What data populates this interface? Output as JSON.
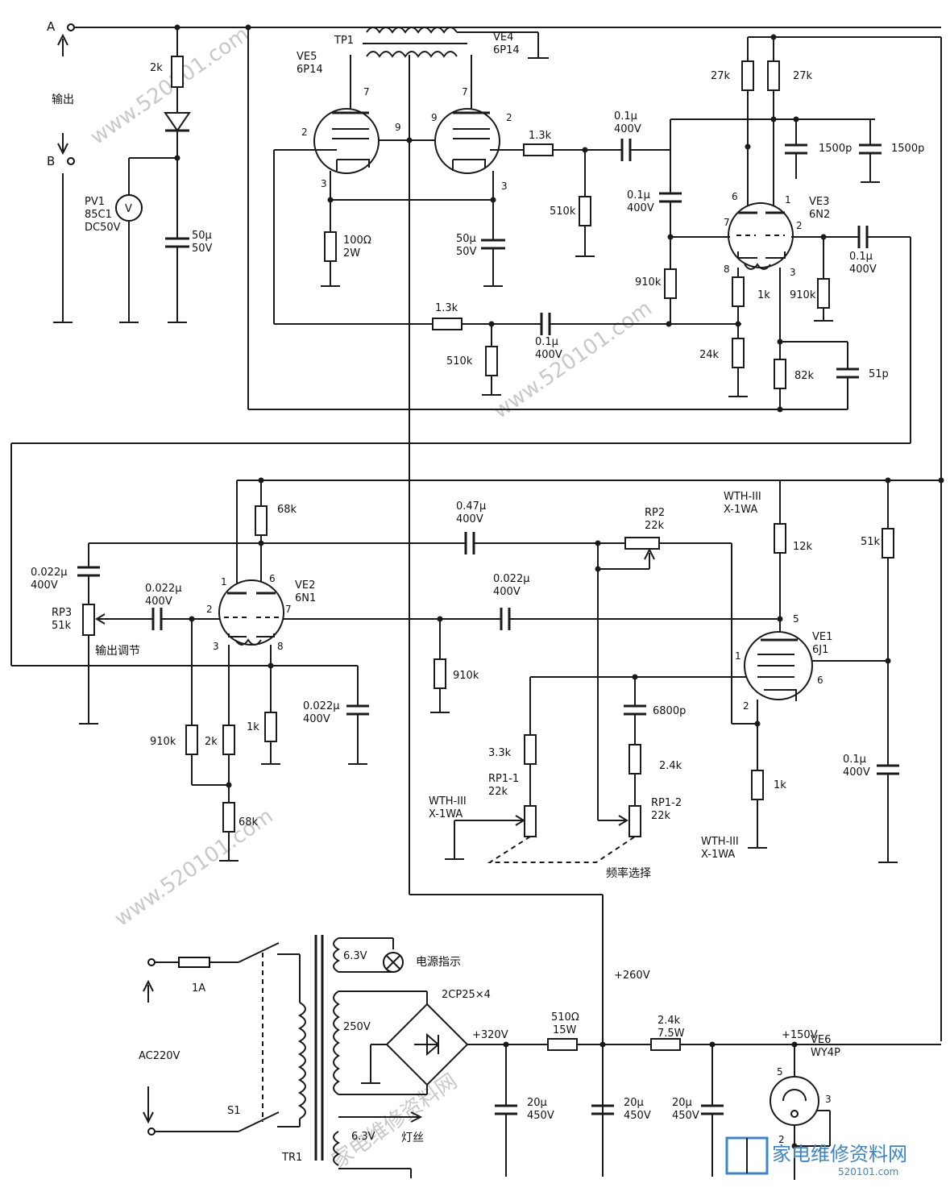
{
  "terminals": {
    "a": "A",
    "b": "B",
    "output_label": "输出"
  },
  "meter": {
    "name": "PV1",
    "model": "85C1",
    "range": "DC50V",
    "symbol": "V"
  },
  "output_network": {
    "r_top": "2k",
    "cap_value": "50μ",
    "cap_voltage": "50V"
  },
  "tubes": {
    "ve1": {
      "name": "VE1",
      "type": "6J1"
    },
    "ve2": {
      "name": "VE2",
      "type": "6N1"
    },
    "ve3": {
      "name": "VE3",
      "type": "6N2"
    },
    "ve4": {
      "name": "VE4",
      "type": "6P14"
    },
    "ve5": {
      "name": "VE5",
      "type": "6P14"
    },
    "ve6": {
      "name": "VE6",
      "type": "WY4P"
    }
  },
  "transformers": {
    "output": "TP1",
    "power": "TR1"
  },
  "power_amp": {
    "r_cathode": "100Ω",
    "r_cathode_w": "2W",
    "c_cathode": "50μ",
    "c_cathode_v": "50V",
    "r_grid_series_1": "1.3k",
    "r_grid_leak_1": "510k",
    "c_coupling_1": "0.1μ",
    "c_coupling_1_v": "400V",
    "r_grid_series_2": "1.3k",
    "r_grid_leak_2": "510k",
    "c_coupling_2": "0.1μ",
    "c_coupling_2_v": "400V"
  },
  "phase_splitter": {
    "r_plate_1": "27k",
    "r_plate_2": "27k",
    "c_bypass_1": "1500p",
    "c_bypass_2": "1500p",
    "c_in": "0.1μ",
    "c_in_v": "400V",
    "r_grid_1": "910k",
    "r_grid_2": "910k",
    "r_cathode": "1k",
    "r_bias": "24k",
    "r_tail": "82k",
    "c_small": "51p",
    "c_out": "0.1μ",
    "c_out_v": "400V"
  },
  "driver": {
    "r_plate": "68k",
    "c_coupling": "0.47μ",
    "c_coupling_v": "400V",
    "c_rp3": "0.022μ",
    "c_rp3_v": "400V",
    "rp3_name": "RP3",
    "rp3_value": "51k",
    "rp3_caption": "输出调节",
    "c_grid": "0.022μ",
    "c_grid_v": "400V",
    "r_grid": "910k",
    "r_cathode": "2k",
    "r_cathode_b": "1k",
    "r_bottom": "68k",
    "c_cathode": "0.022μ",
    "c_cathode_v": "400V"
  },
  "oscillator": {
    "rp2_name": "RP2",
    "rp2_value": "22k",
    "pot_model": "WTH-III",
    "pot_spec": "X-1WA",
    "c_feedback": "0.022μ",
    "c_feedback_v": "400V",
    "r_grid": "910k",
    "r_plate": "12k",
    "r_screen": "51k",
    "c_screen": "0.1μ",
    "c_screen_v": "400V",
    "r_cathode": "1k",
    "r_31": "3.3k",
    "c_68": "6800p",
    "r_24": "2.4k",
    "rp1_1_name": "RP1-1",
    "rp1_1_value": "22k",
    "rp1_2_name": "RP1-2",
    "rp1_2_value": "22k",
    "freq_caption": "频率选择"
  },
  "power_supply": {
    "fuse": "1A",
    "mains": "AC220V",
    "switch": "S1",
    "fil_1": "6.3V",
    "lamp_caption": "电源指示",
    "hv_winding": "250V",
    "rectifier": "2CP25×4",
    "fil_2": "6.3V",
    "fil_caption": "灯丝",
    "rail_320": "+320V",
    "rail_260": "+260V",
    "rail_150": "+150V",
    "r_510": "510Ω",
    "r_510_w": "15W",
    "r_24": "2.4k",
    "r_24_w": "7.5W",
    "c1": "20μ",
    "c1_v": "450V",
    "c2": "20μ",
    "c2_v": "450V",
    "c3": "20μ",
    "c3_v": "450V"
  },
  "watermark": {
    "site": "www.520101.com",
    "site_cn": "家电维修资料网",
    "logo": "家电维修资料网",
    "logo_url": "520101.com"
  }
}
